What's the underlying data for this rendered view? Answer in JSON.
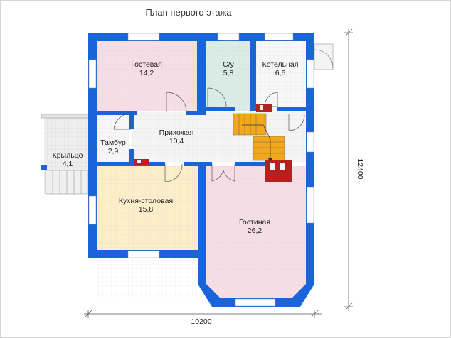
{
  "title": "План первого этажа",
  "rooms": [
    {
      "name": "Гостевая",
      "area": "14,2"
    },
    {
      "name": "С/у",
      "area": "5,8"
    },
    {
      "name": "Котельная",
      "area": "6,6"
    },
    {
      "name": "Прихожая",
      "area": "10,4"
    },
    {
      "name": "Тамбур",
      "area": "2,9"
    },
    {
      "name": "Крыльцо",
      "area": "4,1"
    },
    {
      "name": "Кухня-столовая",
      "area": "15,8"
    },
    {
      "name": "Гостиная",
      "area": "26,2"
    }
  ],
  "dimensions": {
    "width": "10200",
    "height": "12400"
  },
  "colors": {
    "wall": "#1a64d9",
    "guest": "#f7dde6",
    "bath": "#d9ece6",
    "boiler": "#f7f7f7",
    "hall": "#f4f4f4",
    "kitchen": "#fbeec8",
    "living": "#f7dde6",
    "stairs": "#f2a81c",
    "chimney": "#b8201f",
    "porch": "#eeeeee"
  }
}
